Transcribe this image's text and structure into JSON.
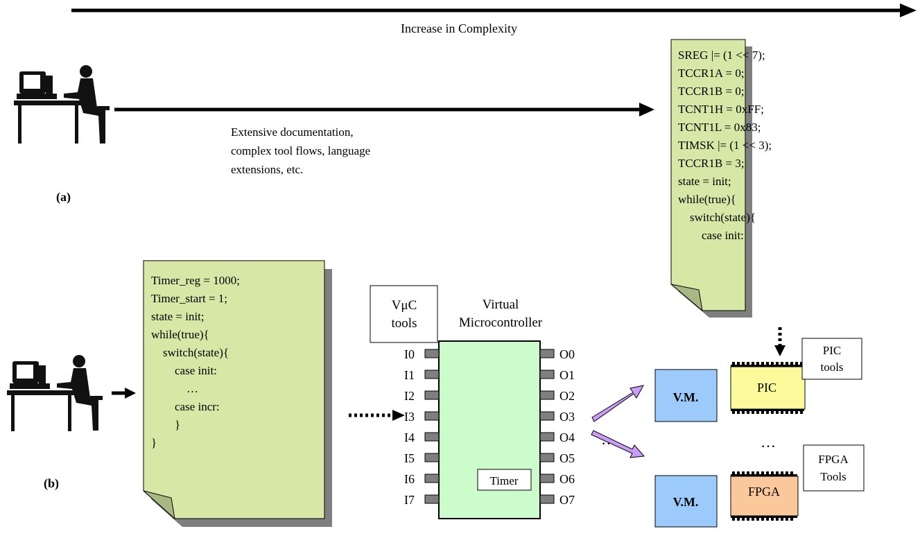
{
  "top_arrow": {
    "label": "Increase in Complexity"
  },
  "panel_a": {
    "label": "(a)",
    "arrow_caption": [
      "Extensive documentation,",
      "complex tool flows, language",
      "extensions, etc."
    ],
    "code_lines": [
      "SREG |= (1 << 7);",
      "TCCR1A = 0;",
      "TCCR1B = 0;",
      "TCNT1H = 0xFF;",
      "TCNT1L = 0x83;",
      "TIMSK |= (1 << 3);",
      "TCCR1B = 3;",
      "state = init;",
      "while(true){",
      "    switch(state){",
      "        case init:"
    ]
  },
  "panel_b": {
    "label": "(b)",
    "code_lines": [
      "Timer_reg = 1000;",
      "Timer_start = 1;",
      "state = init;",
      "while(true){",
      "    switch(state){",
      "        case init:",
      "            …",
      "        case incr:",
      "        }",
      "}"
    ]
  },
  "vuc_tools": {
    "line1": "VμC",
    "line2": "tools"
  },
  "microcontroller": {
    "title_line1": "Virtual",
    "title_line2": "Microcontroller",
    "inputs": [
      "I0",
      "I1",
      "I2",
      "I3",
      "I4",
      "I5",
      "I6",
      "I7"
    ],
    "outputs": [
      "O0",
      "O1",
      "O2",
      "O3",
      "O4",
      "O5",
      "O6",
      "O7"
    ],
    "timer_label": "Timer"
  },
  "ellipsis_middle": "…",
  "ellipsis_right": "…",
  "vm_top": "V.M.",
  "vm_bottom": "V.M.",
  "pic_chip": "PIC",
  "fpga_chip": "FPGA",
  "pic_tools": {
    "line1": "PIC",
    "line2": "tools"
  },
  "fpga_tools": {
    "line1": "FPGA",
    "line2": "Tools"
  },
  "colors": {
    "code_paper": "#d6e7a6",
    "paper_shadow": "#7f7f7f",
    "microcontroller": "#ccfbcc",
    "vm_box": "#9ccbfb",
    "pic_chip": "#fbfb9c",
    "fpga_chip": "#fbc89c",
    "purple_arrow": "#cc9cfb",
    "pin": "#7f7f7f"
  }
}
